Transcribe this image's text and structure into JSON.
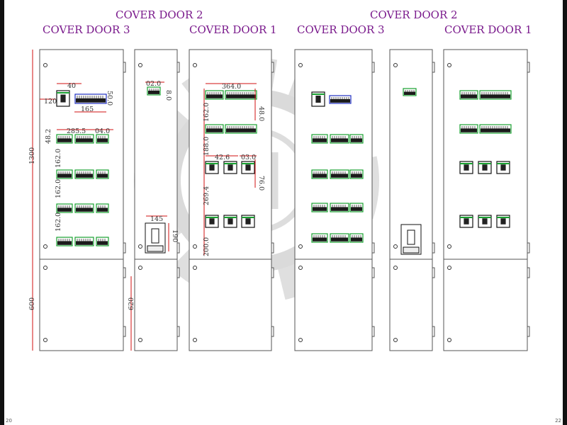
{
  "titles": {
    "left_door2": "COVER DOOR 2",
    "left_door3": "COVER DOOR 3",
    "left_door1": "COVER DOOR 1",
    "right_door2": "COVER DOOR 2",
    "right_door3": "COVER DOOR 3",
    "right_door1": "COVER DOOR 1"
  },
  "dimensions": {
    "d40": "40",
    "d120": "120",
    "d165": "165",
    "d50": "50.0",
    "d285": "285.5",
    "d04": "04.0",
    "d48_2": "48.2",
    "d162a": "162.0",
    "d162b": "162.0",
    "d162c": "162.0",
    "d1300": "1300",
    "d600": "600",
    "d02": "02.0",
    "d8": "8.0",
    "d145": "145",
    "d190": "190",
    "d620": "620",
    "d364": "364.0",
    "d162d": "162.0",
    "d48": "48.0",
    "d188": "188.0",
    "d42": "42.6",
    "d03": "03.0",
    "d76": "76.0",
    "d269": "269.4",
    "d200": "200.0"
  },
  "page_numbers": {
    "left": "20",
    "right": "22"
  },
  "colors": {
    "title": "#7a1a8c",
    "dimension": "#d01010",
    "module": "#18a030",
    "watermark": "#d8d8d8"
  }
}
